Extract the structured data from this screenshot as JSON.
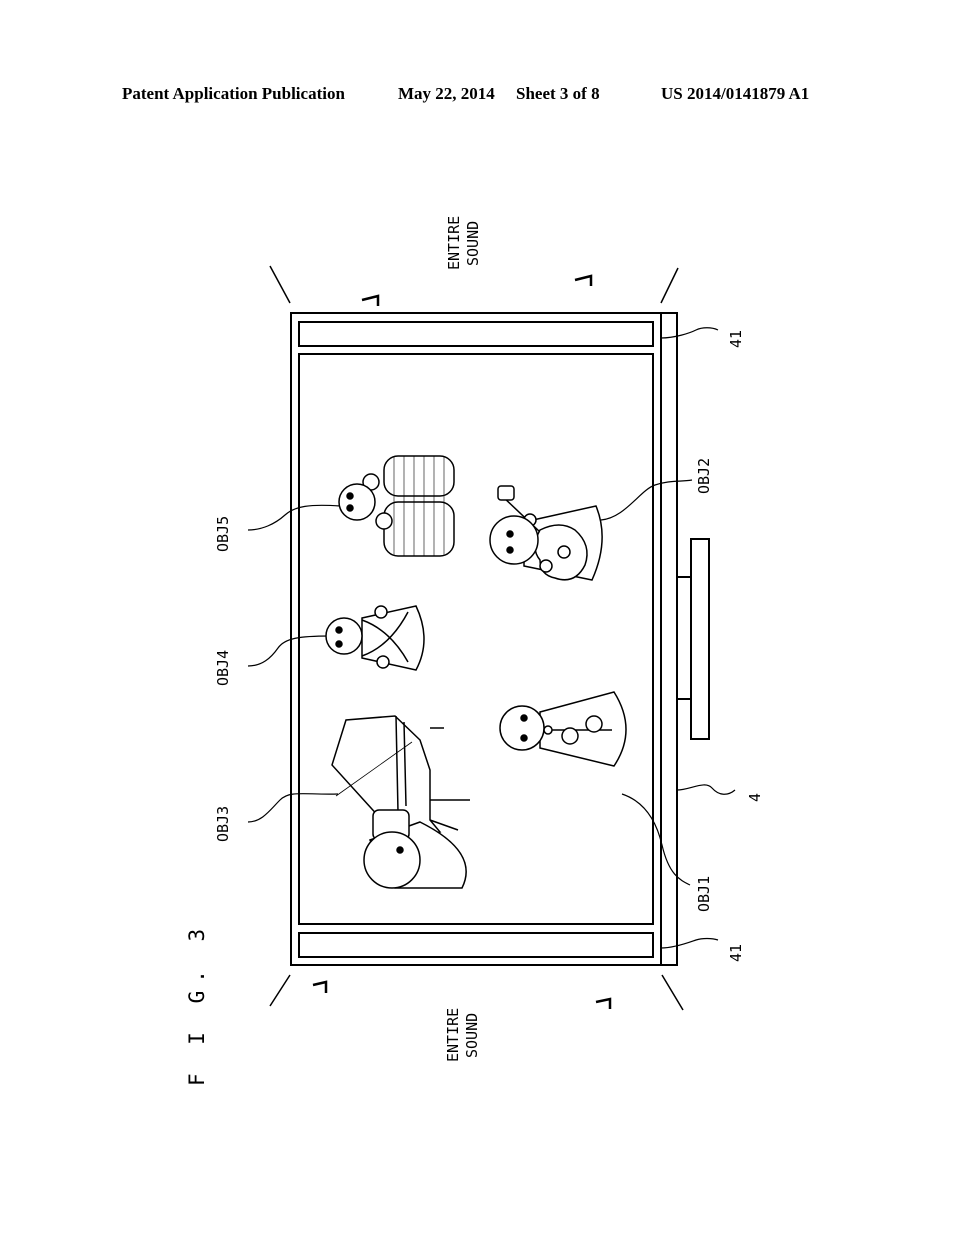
{
  "header": {
    "publication": "Patent Application Publication",
    "date": "May 22, 2014",
    "sheet": "Sheet 3 of 8",
    "patent_number": "US 2014/0141879 A1"
  },
  "figure": {
    "label": "F I G. 3",
    "entire_sound": [
      "ENTIRE",
      "SOUND"
    ],
    "ref_display": "4",
    "ref_speaker": "41",
    "objects": [
      "OBJ1",
      "OBJ2",
      "OBJ3",
      "OBJ4",
      "OBJ5"
    ]
  }
}
